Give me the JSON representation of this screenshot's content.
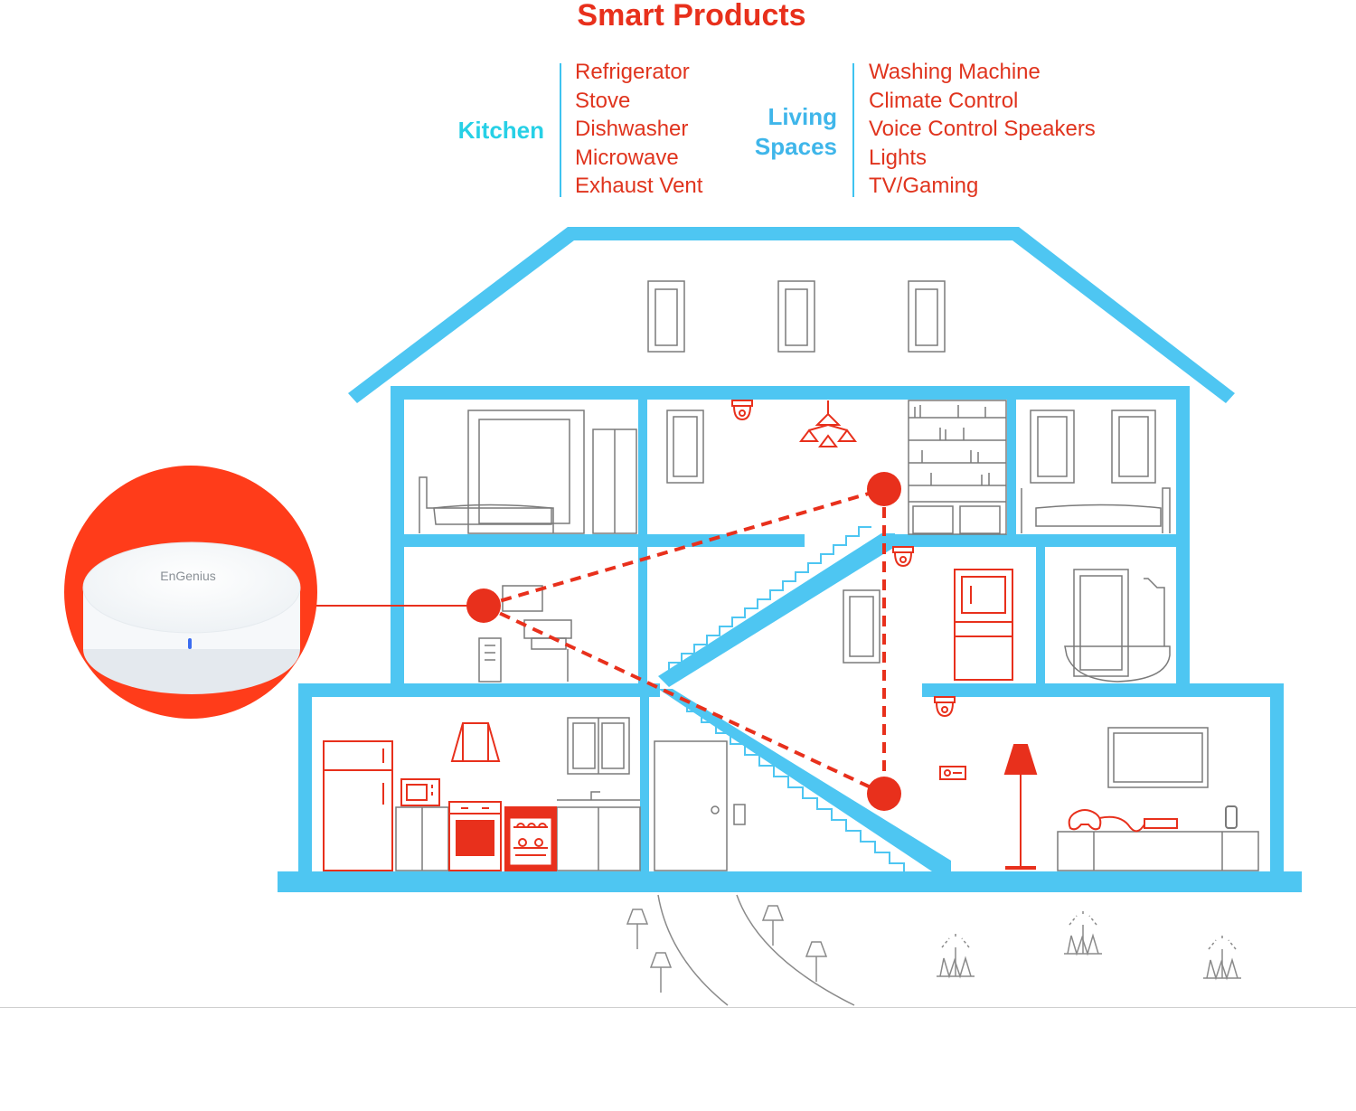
{
  "title": "Smart Products",
  "kitchen": {
    "label": "Kitchen",
    "items": [
      "Refrigerator",
      "Stove",
      "Dishwasher",
      "Microwave",
      "Exhaust Vent"
    ]
  },
  "living": {
    "label_line1": "Living",
    "label_line2": "Spaces",
    "items": [
      "Washing Machine",
      "Climate Control",
      "Voice Control Speakers",
      "Lights",
      "TV/Gaming"
    ]
  },
  "device": {
    "brand": "EnGenius"
  },
  "colors": {
    "accent_red": "#e8301c",
    "house_blue": "#4ec6f2",
    "kitchen_cyan": "#27d0e6",
    "living_blue": "#3fb6ea",
    "outline_gray": "#7a7a7a"
  }
}
